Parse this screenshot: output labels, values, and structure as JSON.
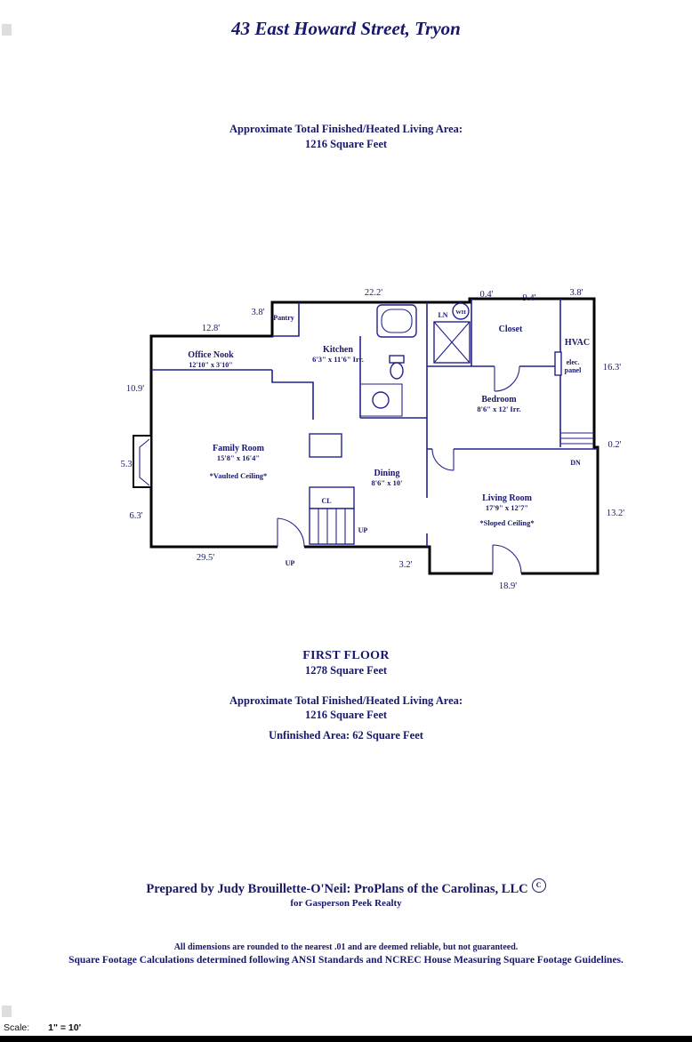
{
  "page": {
    "title": "43 East Howard Street, Tryon"
  },
  "heated_area_note": {
    "line1": "Approximate Total Finished/Heated Living Area:",
    "line2": "1216 Square Feet"
  },
  "floor": {
    "name": "FIRST FLOOR",
    "area": "1278 Square Feet"
  },
  "summary": {
    "line1": "Approximate Total Finished/Heated Living Area:",
    "line2": "1216 Square Feet",
    "unfinished": "Unfinished Area:  62 Square Feet"
  },
  "footer": {
    "prepared_by": "Prepared by Judy Brouillette-O'Neil: ProPlans of the Carolinas, LLC",
    "copyright_symbol": "C",
    "for_line": "for Gasperson Peek Realty",
    "disclaimer1": "All dimensions are rounded to the nearest .01 and are deemed reliable, but not guaranteed.",
    "disclaimer2": "Square Footage Calculations determined following ANSI Standards and NCREC House Measuring Square Footage Guidelines."
  },
  "scale_bar": {
    "label": "Scale:",
    "value": "1\" = 10'"
  },
  "plan": {
    "rooms": {
      "pantry": {
        "name": "Pantry"
      },
      "kitchen": {
        "name": "Kitchen",
        "dims": "6'3\" x 11'6\" Irr."
      },
      "office_nook": {
        "name": "Office Nook",
        "dims": "12'10\" x 3'10\""
      },
      "closet": {
        "name": "Closet"
      },
      "hvac": {
        "name": "HVAC"
      },
      "elec_panel": {
        "line1": "elec.",
        "line2": "panel"
      },
      "bedroom": {
        "name": "Bedroom",
        "dims": "8'6\" x 12' Irr."
      },
      "family_room": {
        "name": "Family Room",
        "dims": "15'8\" x 16'4\"",
        "note": "*Vaulted Ceiling*"
      },
      "dining": {
        "name": "Dining",
        "dims": "8'6\" x 10'"
      },
      "living_room": {
        "name": "Living Room",
        "dims": "17'9\" x 12'7\"",
        "note": "*Sloped Ceiling*"
      },
      "cl": {
        "name": "CL"
      },
      "ln": {
        "name": "LN"
      },
      "wh": {
        "name": "WH"
      },
      "dn": {
        "name": "DN"
      },
      "up_interior": {
        "name": "UP"
      },
      "up_entry": {
        "name": "UP"
      }
    },
    "dims": {
      "top_main": "22.2'",
      "top_jog": "0.4'",
      "closet_width": "9.4'",
      "hvac_width": "3.8'",
      "pantry_jog": "3.8'",
      "office_top": "12.8'",
      "left_upper": "10.9'",
      "right_upper": "16.3'",
      "right_jog": "0.2'",
      "fireplace": "5.3'",
      "left_lower": "6.3'",
      "right_lower": "13.2'",
      "bottom_left": "29.5'",
      "bottom_step": "3.2'",
      "bottom_right": "18.9'"
    },
    "colors": {
      "exterior_wall": "#000000",
      "interior_wall": "#22228e",
      "text": "#17176b"
    }
  }
}
